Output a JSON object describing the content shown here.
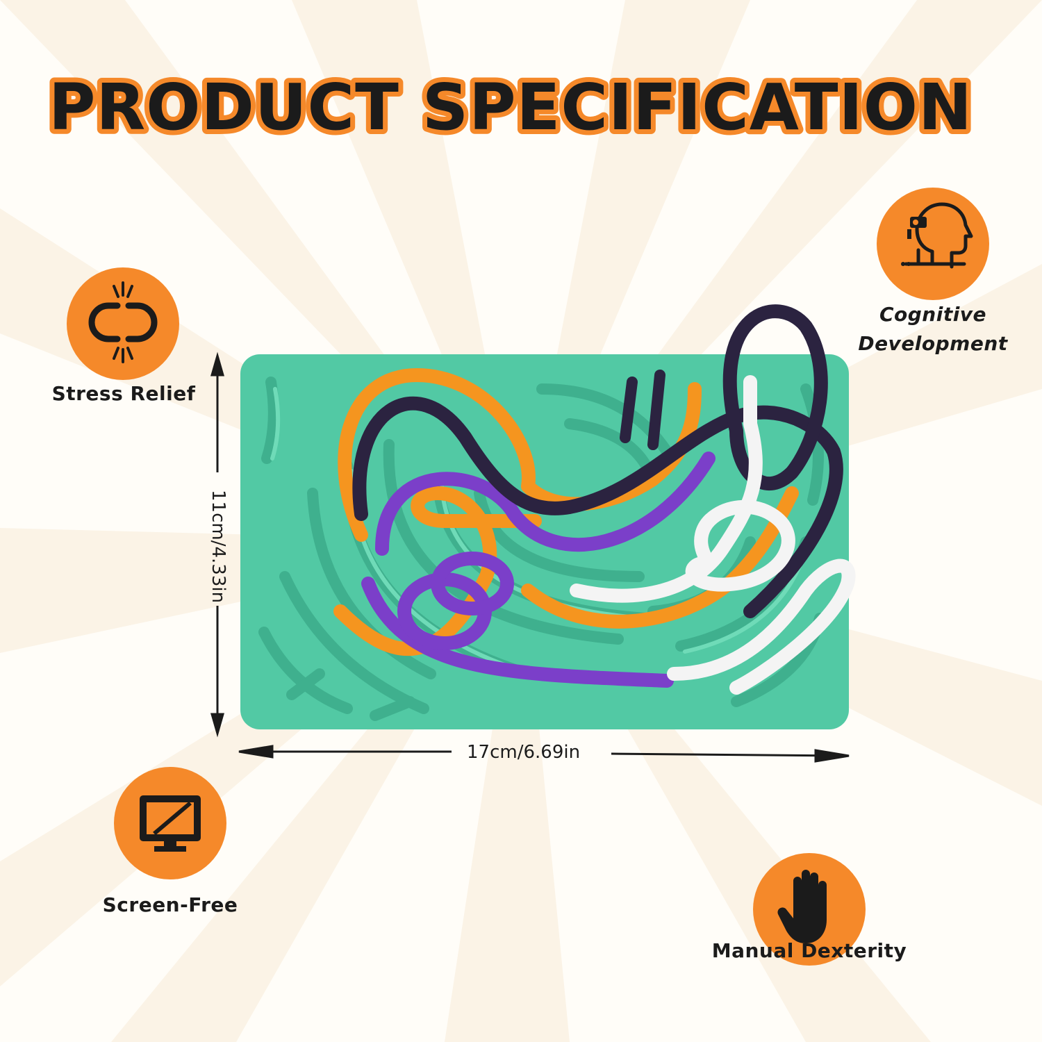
{
  "title": "PRODUCT SPECIFICATION",
  "colors": {
    "accent_orange": "#f5892a",
    "mat_green": "#52c9a4",
    "tube_orange": "#f5951f",
    "tube_purple": "#7b3fc9",
    "tube_dark": "#2b2340",
    "tube_white": "#f4f4f4"
  },
  "features": [
    {
      "label": "Stress Relief",
      "icon": "broken-chain-icon"
    },
    {
      "label": "Cognitive Development",
      "line1": "Cognitive",
      "line2": "Development",
      "icon": "head-mind-icon"
    },
    {
      "label": "Screen-Free",
      "icon": "crossed-monitor-icon"
    },
    {
      "label": "Manual Dexterity",
      "icon": "hand-icon"
    }
  ],
  "dimensions": {
    "height": "11cm/4.33in",
    "width": "17cm/6.69in"
  }
}
